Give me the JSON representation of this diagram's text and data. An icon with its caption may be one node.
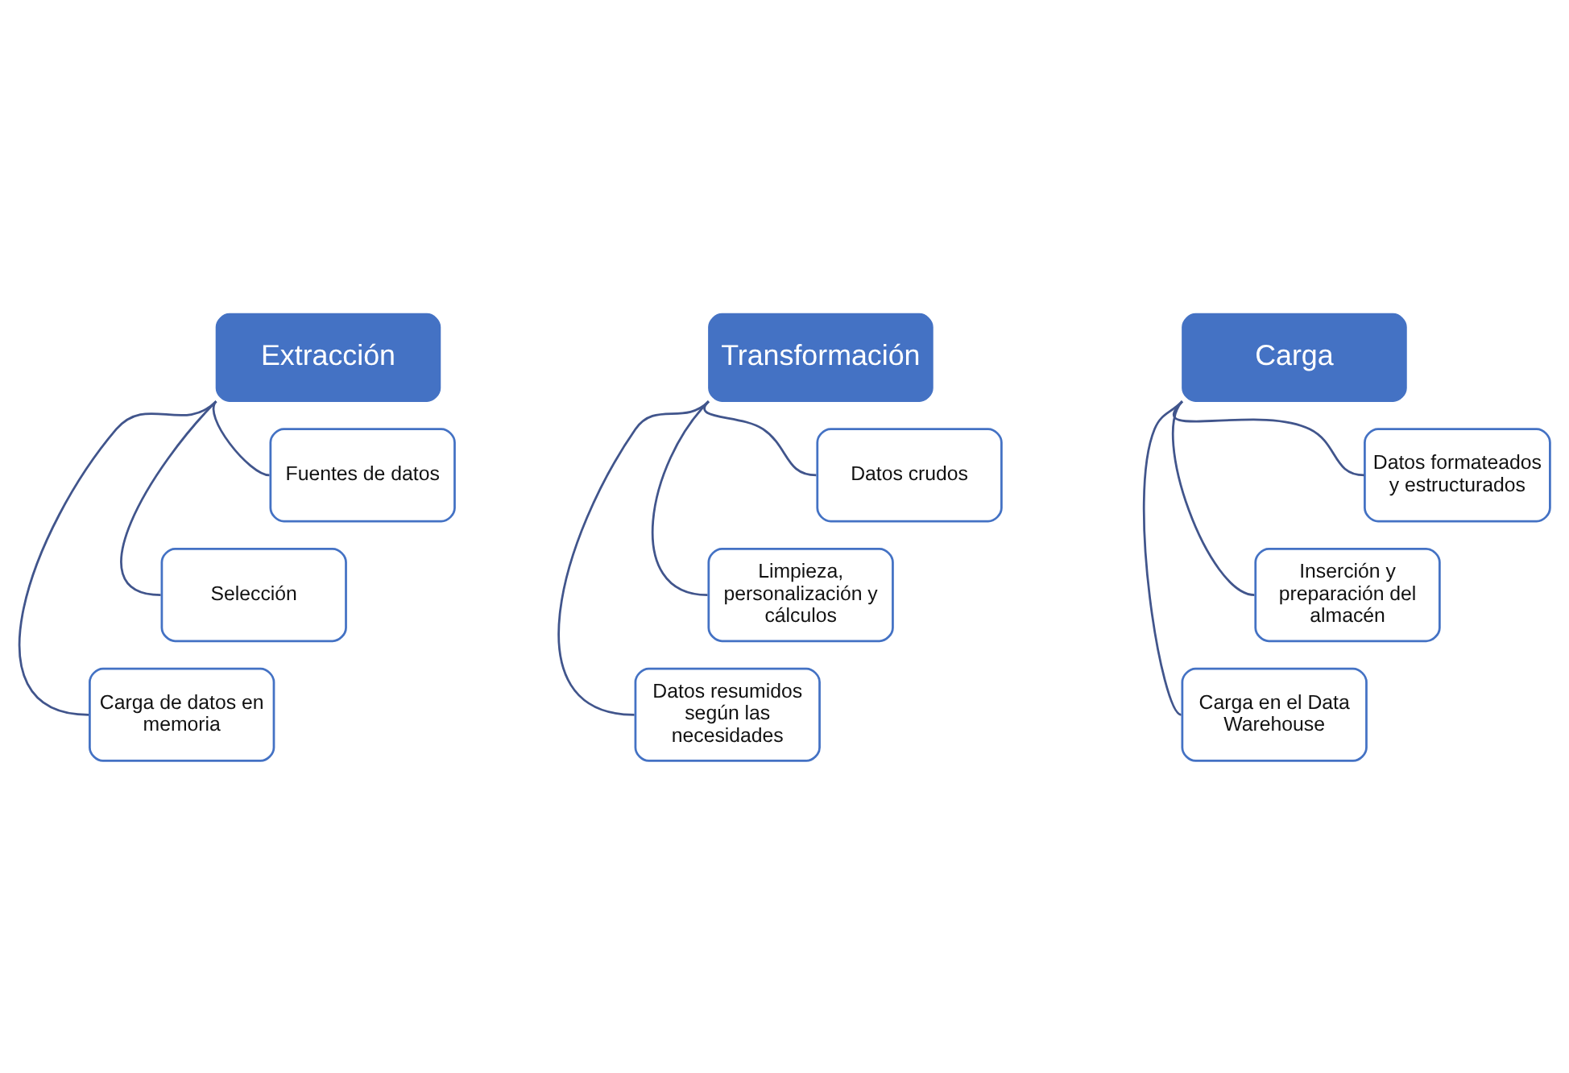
{
  "diagram": {
    "nodes": [
      {
        "text": [
          "Extracción"
        ]
      },
      {
        "text": [
          "Fuentes de datos"
        ]
      },
      {
        "text": [
          "Selección"
        ]
      },
      {
        "text": [
          "Carga de datos en memoria"
        ]
      },
      {
        "text": [
          "Transformación"
        ]
      },
      {
        "text": [
          "Datos crudos"
        ]
      },
      {
        "text": [
          "Limpieza, personalización y cálculos"
        ]
      },
      {
        "text": [
          "Datos resumidos según las necesidades"
        ]
      },
      {
        "text": [
          "Carga"
        ]
      },
      {
        "text": [
          "Datos formateados y estructurados"
        ]
      },
      {
        "text": [
          "Inserción y preparación del almacén"
        ]
      },
      {
        "text": [
          "Carga en el Data Warehouse"
        ]
      }
    ],
    "edges": [
      {
        "from": 0,
        "to": 1,
        "arrow": "none"
      },
      {
        "from": 0,
        "to": 2,
        "arrow": "none"
      },
      {
        "from": 0,
        "to": 3,
        "arrow": "none"
      },
      {
        "from": 4,
        "to": 5,
        "arrow": "none"
      },
      {
        "from": 4,
        "to": 6,
        "arrow": "none"
      },
      {
        "from": 4,
        "to": 7,
        "arrow": "none"
      },
      {
        "from": 8,
        "to": 9,
        "arrow": "none"
      },
      {
        "from": 8,
        "to": 10,
        "arrow": "none"
      },
      {
        "from": 8,
        "to": 11,
        "arrow": "none"
      }
    ]
  }
}
